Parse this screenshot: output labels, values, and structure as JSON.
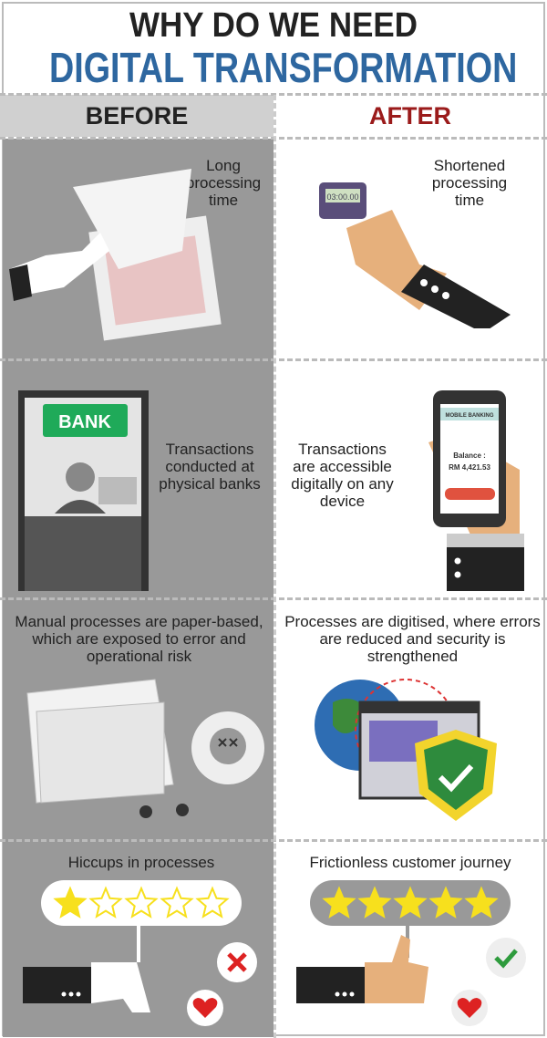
{
  "title": {
    "line1": "WHY DO WE NEED",
    "line2": "DIGITAL TRANSFORMATION"
  },
  "columns": {
    "before": "BEFORE",
    "after": "AFTER"
  },
  "rows": [
    {
      "before": "Long processing time",
      "after": "Shortened processing time"
    },
    {
      "before": "Transactions conducted at physical banks",
      "after": "Transactions are accessible digitally on any device"
    },
    {
      "before": "Manual processes are paper-based, which are exposed to error and operational risk",
      "after": "Processes are digitised, where errors are reduced and security is strengthened"
    },
    {
      "before": "Hiccups in processes",
      "after": "Frictionless customer journey"
    }
  ],
  "illustrations": {
    "stopwatch": "03:00.00",
    "bank_sign": "BANK",
    "phone_header": "MOBILE BANKING",
    "phone_balance_label": "Balance :",
    "phone_balance": "RM 4,421.53"
  },
  "ratings": {
    "before_stars": 1,
    "after_stars": 5,
    "max": 5
  },
  "colors": {
    "title_blue": "#2e67a0",
    "after_red": "#9b1b1b",
    "before_panel": "#999999",
    "bank_green": "#1faa59",
    "star": "#f7e01d",
    "shield": "#2e8b3d"
  }
}
